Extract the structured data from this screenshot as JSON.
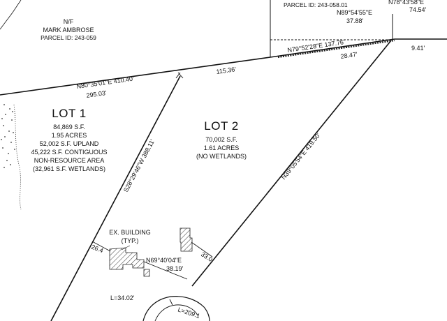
{
  "neighbors": {
    "nf_label": "N/F",
    "owner": "MARK AMBROSE",
    "parcel": "PARCEL ID: 243-059",
    "parcel_top": "PARCEL ID: 243-058.01"
  },
  "lot1": {
    "title": "LOT 1",
    "area_sf": "84,869 S.F.",
    "area_acres": "1.95 ACRES",
    "upland": "52,002 S.F. UPLAND",
    "contiguous": "45,222 S.F. CONTIGUOUS",
    "nonresource": "NON-RESOURCE AREA",
    "wetlands": "(32,961 S.F. WETLANDS)"
  },
  "lot2": {
    "title": "LOT 2",
    "area_sf": "70,002 S.F.",
    "area_acres": "1.61 ACRES",
    "note": "(NO WETLANDS)"
  },
  "bearings": {
    "north_line": "N80°35'01\"E  410.40'",
    "seg_295": "295.03'",
    "seg_115": "115.36'",
    "ne_line": "N79°52'28\"E  137.76'",
    "seg_2847": "28.47'",
    "seg_941": "9.41'",
    "n89": "N89°54'55\"E",
    "seg_3788": "37.88'",
    "n78": "N78°43'58\"E",
    "seg_7454": "74.54'",
    "west_div": "S28°29'46\"W  388.11'",
    "east_div": "N39°05'54\"E  419.50'",
    "bldg_bearing": "N69°40'04\"E",
    "bldg_dist": "38.19'",
    "setback_26": "26.4",
    "setback_33": "33.0",
    "arc1": "L=34.02'",
    "arc2": "L=209.1"
  },
  "building_label": {
    "line1": "EX. BUILDING",
    "line2": "(TYP.)"
  }
}
